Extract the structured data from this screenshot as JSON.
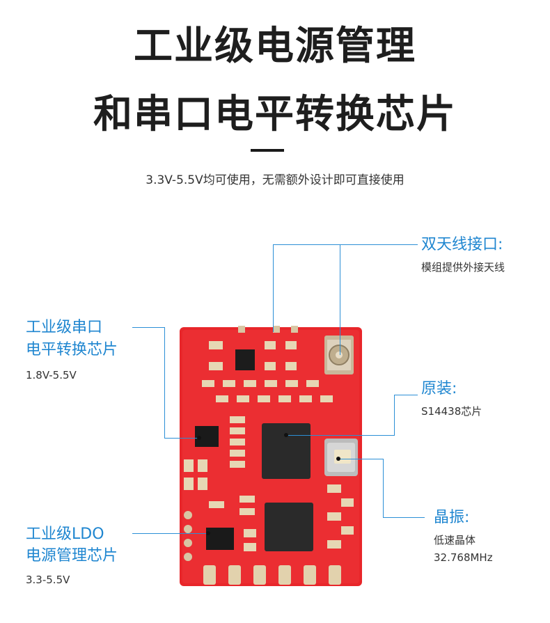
{
  "heading": {
    "line1": "工业级电源管理",
    "line2": "和串口电平转换芯片",
    "subtitle": "3.3V-5.5V均可使用，无需额外设计即可直接使用"
  },
  "annotations": {
    "antenna": {
      "title": "双天线接口:",
      "desc": "模组提供外接天线"
    },
    "serial": {
      "title_line1": "工业级串口",
      "title_line2": "电平转换芯片",
      "desc": "1.8V-5.5V"
    },
    "original": {
      "title": "原装:",
      "desc": "S14438芯片"
    },
    "crystal": {
      "title": "晶振:",
      "desc_line1": "低速晶体",
      "desc_line2": "32.768MHz"
    },
    "ldo": {
      "title_line1": "工业级LDO",
      "title_line2": "电源管理芯片",
      "desc": "3.3-5.5V"
    }
  },
  "colors": {
    "accent": "#1f86d0",
    "board": "#e8262a",
    "title": "#1e1e1e"
  }
}
